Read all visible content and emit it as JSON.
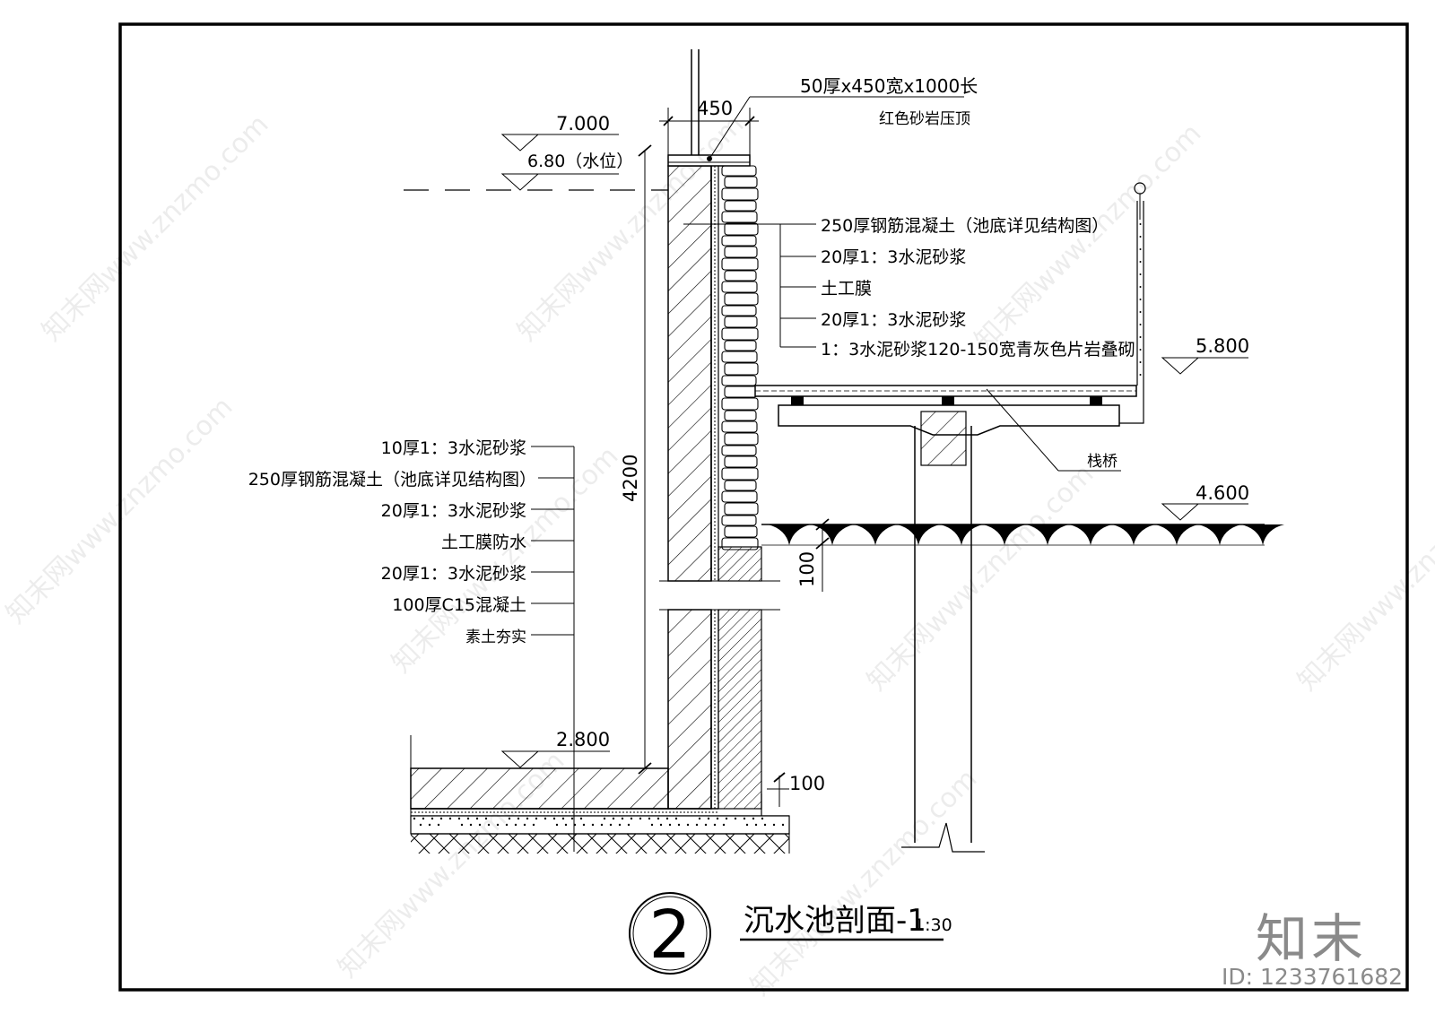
{
  "diagram": {
    "crown": {
      "dimension": "450",
      "spec": "50厚x450宽x1000长",
      "material": "红色砂岩压顶"
    },
    "levels": {
      "top": "7.000",
      "water": "6.80（水位）",
      "platform": "5.800",
      "ground": "4.600",
      "bottom": "2.800"
    },
    "wall_height": "4200",
    "layers_right": [
      "250厚钢筋混凝土（池底详见结构图）",
      "20厚1：3水泥砂浆",
      "土工膜",
      "20厚1：3水泥砂浆",
      "1：3水泥砂浆120-150宽青灰色片岩叠砌"
    ],
    "layers_left": [
      "10厚1：3水泥砂浆",
      "250厚钢筋混凝土（池底详见结构图）",
      "20厚1：3水泥砂浆",
      "土工膜防水",
      "20厚1：3水泥砂浆",
      "100厚C15混凝土",
      "素土夯实"
    ],
    "trestle": "栈桥",
    "dim_100_a": "100",
    "dim_100_b": "100",
    "title_number": "2",
    "title": "沉水池剖面-1",
    "scale": "1:30"
  },
  "watermark": {
    "brand": "知末",
    "id": "ID: 1233761682",
    "site": "知末网www.znzmo.com"
  }
}
